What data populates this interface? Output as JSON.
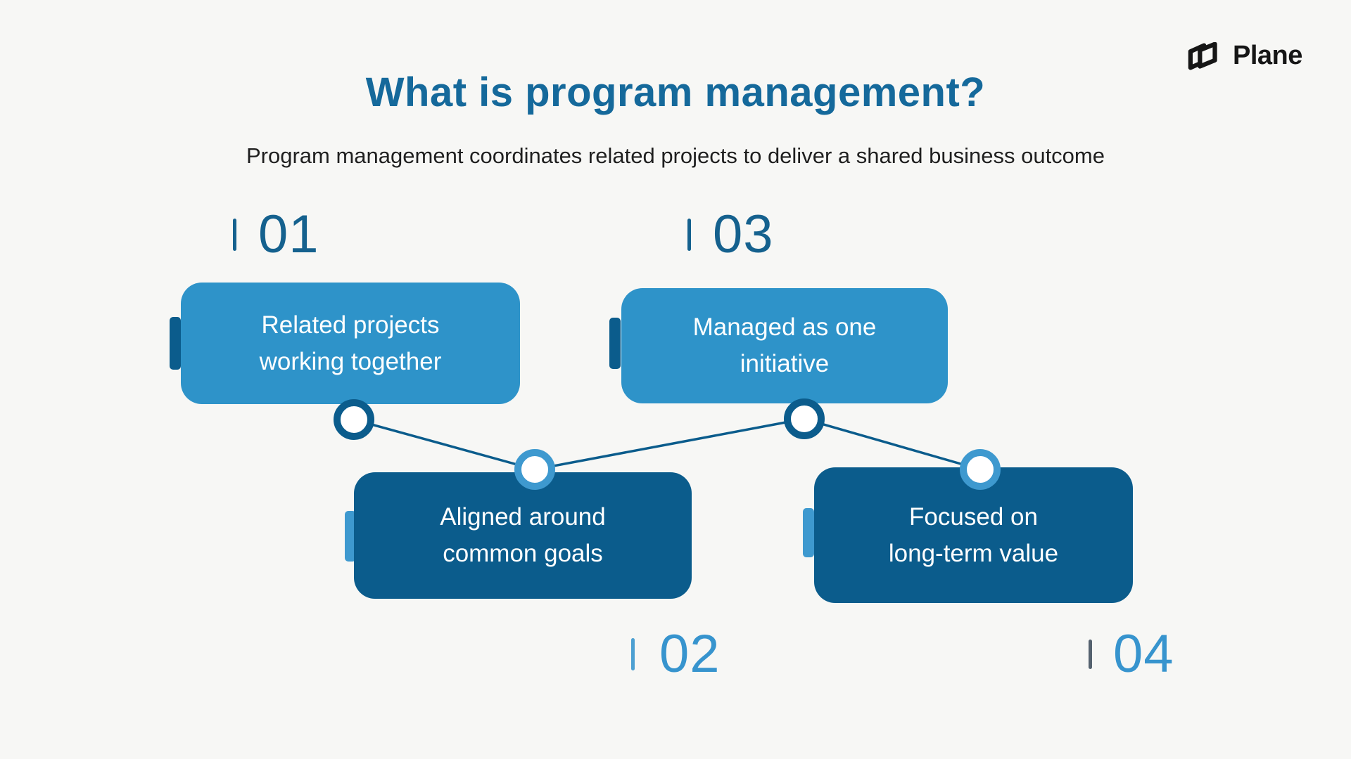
{
  "brand": {
    "name": "Plane",
    "logo_color": "#161616"
  },
  "header": {
    "title": "What is program management?",
    "title_color": "#15699B",
    "subtitle": "Program management coordinates related projects to deliver a shared business outcome",
    "subtitle_color": "#1F1F1F"
  },
  "colors": {
    "background": "#F7F7F5",
    "card_light_blue": "#2E93C9",
    "card_dark_blue": "#0B5C8C",
    "node_ring_dark": "#0B5C8C",
    "node_ring_light": "#3E99CF",
    "node_fill": "#FFFFFF",
    "connector_line": "#0B5C8C",
    "number_dark": "#15618E",
    "number_light": "#3794CE",
    "number_bar_slate": "#55626F"
  },
  "diagram": {
    "steps": [
      {
        "number": "01",
        "line1": "Related projects",
        "line2": "working together",
        "card_color": "#2E93C9",
        "number_color": "#15618E"
      },
      {
        "number": "02",
        "line1": "Aligned around",
        "line2": "common goals",
        "card_color": "#0B5C8C",
        "number_color": "#3794CE"
      },
      {
        "number": "03",
        "line1": "Managed as one",
        "line2": "initiative",
        "card_color": "#2E93C9",
        "number_color": "#15618E"
      },
      {
        "number": "04",
        "line1": "Focused on",
        "line2": "long-term value",
        "card_color": "#0B5C8C",
        "number_color": "#3794CE"
      }
    ]
  }
}
